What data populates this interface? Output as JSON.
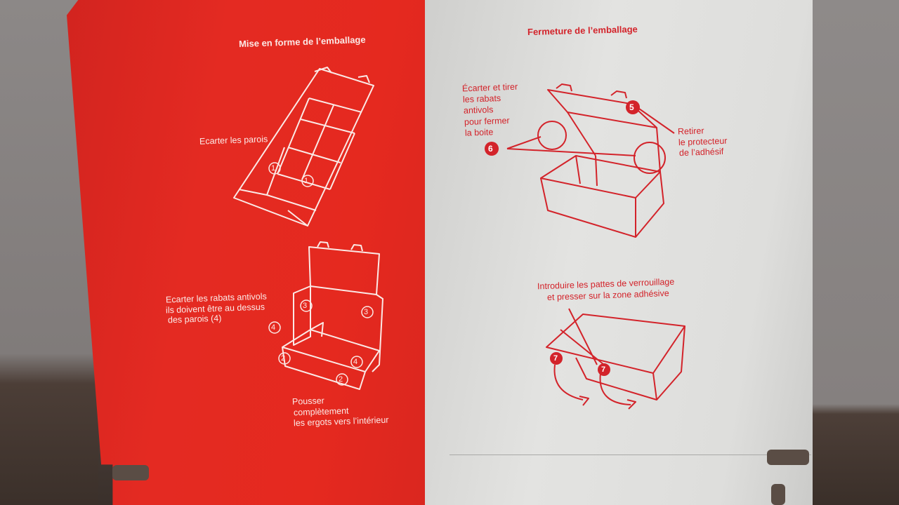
{
  "left_panel": {
    "title": "Mise en forme de l’emballage",
    "step_spread": "Ecarter les parois",
    "step_flaps": [
      "Ecarter les rabats antivols",
      "ils doivent être au dessus",
      "des parois (4)"
    ],
    "step_push": [
      "Pousser",
      "complètement",
      "les ergots vers l’intérieur"
    ],
    "numbers": [
      "1",
      "1",
      "3",
      "3",
      "4",
      "2",
      "4",
      "2"
    ]
  },
  "right_panel": {
    "title": "Fermeture de l’emballage",
    "step_pull": [
      "Écarter et tirer",
      "les rabats",
      "antivols",
      "pour fermer",
      "la boite"
    ],
    "step_remove": [
      "Retirer",
      "le protecteur",
      "de l’adhésif"
    ],
    "step_insert": [
      "Introduire les pattes de verrouillage",
      "et presser sur la zone adhésive"
    ],
    "numbers": [
      "5",
      "6",
      "7",
      "7"
    ]
  },
  "colors": {
    "red": "#e42a22",
    "print_red": "#d3232a",
    "card_white": "#e0e0de"
  }
}
